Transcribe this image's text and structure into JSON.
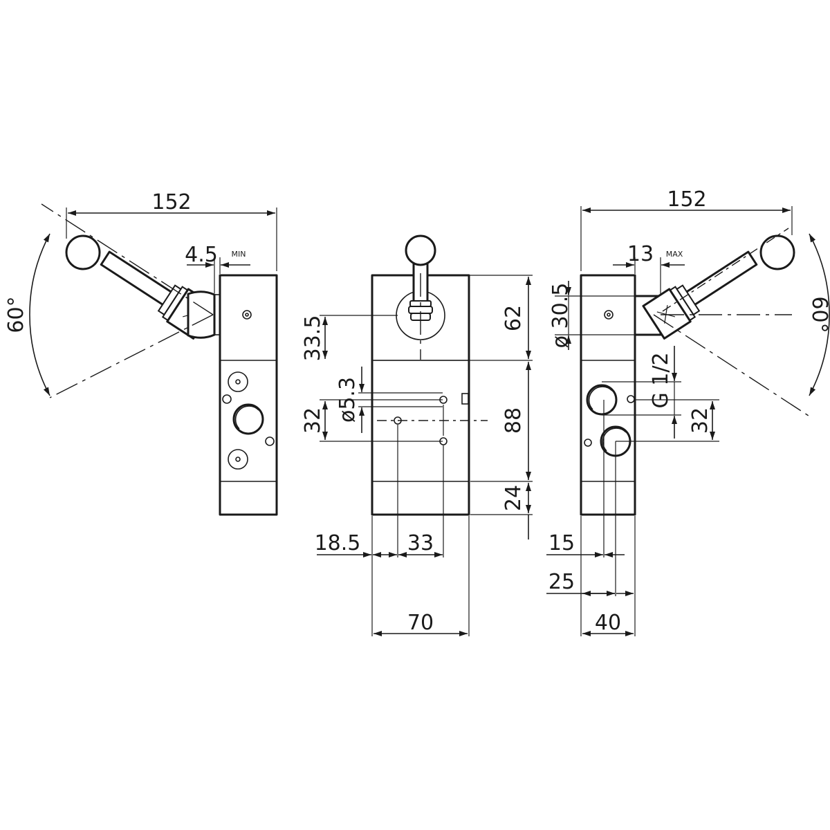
{
  "dimensions": {
    "left_width": "152",
    "left_gap": "4.5",
    "left_gap_note": "MIN",
    "left_angle": "60°",
    "center_h_top": "62",
    "center_h_lever": "33.5",
    "center_hole_dia": "ø5.3",
    "center_hole_pitch": "32",
    "center_h_mid": "88",
    "center_h_bottom": "24",
    "center_off_x": "18.5",
    "center_pitch_x": "33",
    "center_width": "70",
    "right_width": "152",
    "right_gap": "13",
    "right_gap_note": "MAX",
    "right_dia": "ø 30.5",
    "right_angle": "60°",
    "right_thread": "G 1/2",
    "right_port_pitch": "32",
    "right_off_a": "15",
    "right_off_b": "25",
    "right_width_small": "40"
  }
}
